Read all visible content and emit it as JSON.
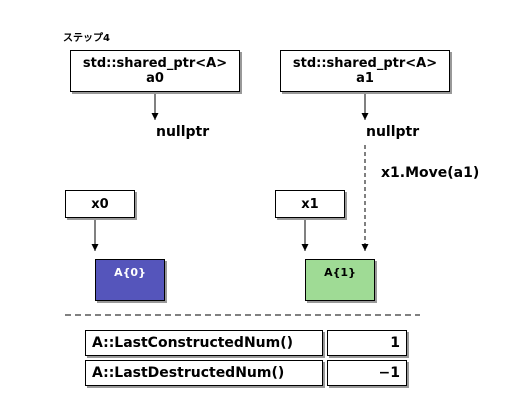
{
  "step_label": "ステップ4",
  "pointers": [
    {
      "line1": "std::shared_ptr<A>",
      "line2": "a0",
      "target": "nullptr"
    },
    {
      "line1": "std::shared_ptr<A>",
      "line2": "a1",
      "target": "nullptr"
    }
  ],
  "variables": [
    "x0",
    "x1"
  ],
  "objects": [
    "A{0}",
    "A{1}"
  ],
  "move_label": "x1.Move(a1)",
  "table": [
    {
      "name": "A::LastConstructedNum()",
      "value": "1"
    },
    {
      "name": "A::LastDestructedNum()",
      "value": "−1"
    }
  ],
  "colors": {
    "object_0": "#5555bb",
    "object_1": "#9fdb95"
  }
}
